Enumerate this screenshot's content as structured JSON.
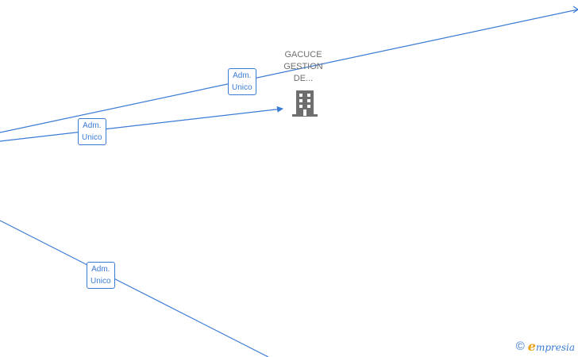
{
  "node": {
    "label_lines": [
      "GACUCE",
      "GESTION",
      "DE..."
    ],
    "icon": "building-icon",
    "icon_color": "#6e6e6e"
  },
  "edges": [
    {
      "label_lines": [
        "Adm.",
        "Unico"
      ]
    },
    {
      "label_lines": [
        "Adm.",
        "Unico"
      ]
    },
    {
      "label_lines": [
        "Adm.",
        "Unico"
      ]
    }
  ],
  "footer": {
    "copyright_symbol": "©",
    "brand_initial": "e",
    "brand_rest": "mpresia"
  },
  "colors": {
    "edge": "#3a7bd5",
    "label_text": "#6e6e6e"
  }
}
